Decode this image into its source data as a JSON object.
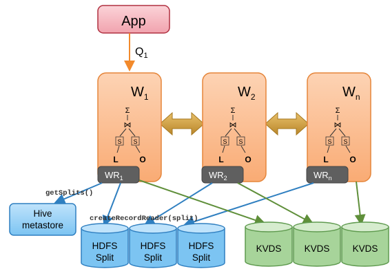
{
  "app": {
    "label": "App"
  },
  "query": {
    "label": "Q",
    "sub": "1"
  },
  "workers": [
    {
      "label": "W",
      "sub": "1",
      "reader": {
        "label": "WR",
        "sub": "1"
      }
    },
    {
      "label": "W",
      "sub": "2",
      "reader": {
        "label": "WR",
        "sub": "2"
      }
    },
    {
      "label": "W",
      "sub": "n",
      "reader": {
        "label": "WR",
        "sub": "n"
      }
    }
  ],
  "plan": {
    "sum": "Σ",
    "join": "⋈",
    "scan": "S",
    "left": "L",
    "right": "O"
  },
  "calls": {
    "get_splits": "getSplits()",
    "create_reader": "createRecordReader(split)"
  },
  "hive": {
    "line1": "Hive",
    "line2": "metastore"
  },
  "hdfs": [
    {
      "line1": "HDFS",
      "line2": "Split"
    },
    {
      "line1": "HDFS",
      "line2": "Split"
    },
    {
      "line1": "HDFS",
      "line2": "Split"
    }
  ],
  "kvds": [
    {
      "label": "KVDS"
    },
    {
      "label": "KVDS"
    },
    {
      "label": "KVDS"
    }
  ],
  "colors": {
    "app_fill": "#f3b3bd",
    "app_stroke": "#b03040",
    "worker_fill": "#fbb989",
    "worker_stroke": "#e5853a",
    "reader_fill": "#5f5f5f",
    "hdfs_fill": "#7cc4f2",
    "hdfs_stroke": "#2f7fc0",
    "kvds_fill": "#a7d49a",
    "kvds_stroke": "#5f9a4f",
    "blue_edge": "#2f7fc0",
    "green_edge": "#5f8f3a",
    "exchange_arrow": "#c9952d",
    "query_arrow": "#f28a2c"
  }
}
